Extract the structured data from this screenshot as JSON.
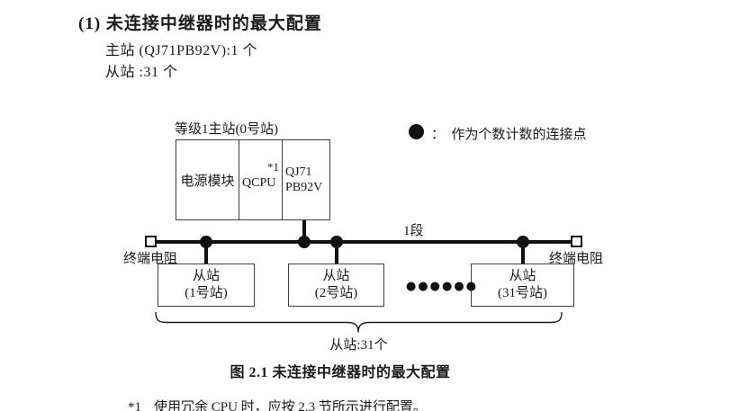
{
  "colors": {
    "ink": "#1a1a1a",
    "line": "#111111",
    "box_border": "#3d3d3d"
  },
  "header": {
    "title": "(1) 未连接中继器时的最大配置",
    "master_count_line": "主站 (QJ71PB92V):1 个",
    "slave_count_line": "从站 :31 个"
  },
  "legend": {
    "dot_icon": "filled-circle",
    "text": "：  作为个数计数的连接点"
  },
  "diagram": {
    "master_station_label": "等级1主站(0号站)",
    "master_box": {
      "power_module": "电源模块",
      "cpu": "QCPU",
      "cpu_note": "*1",
      "pb_line1": "QJ71",
      "pb_line2": "PB92V"
    },
    "segment_label": "1段",
    "terminator_left": "终端电阻",
    "terminator_right": "终端电阻",
    "slaves": [
      {
        "line1": "从站",
        "line2": "(1号站)"
      },
      {
        "line1": "从站",
        "line2": "(2号站)"
      },
      {
        "line1": "从站",
        "line2": "(31号站)"
      }
    ],
    "ellipsis": "●●●●●●",
    "slave_total_label": "从站:31个"
  },
  "caption": "图 2.1 未连接中继器时的最大配置",
  "footnote": {
    "marker": "*1",
    "text": "使用冗余 CPU 时，应按 2.3 节所示进行配置。"
  }
}
